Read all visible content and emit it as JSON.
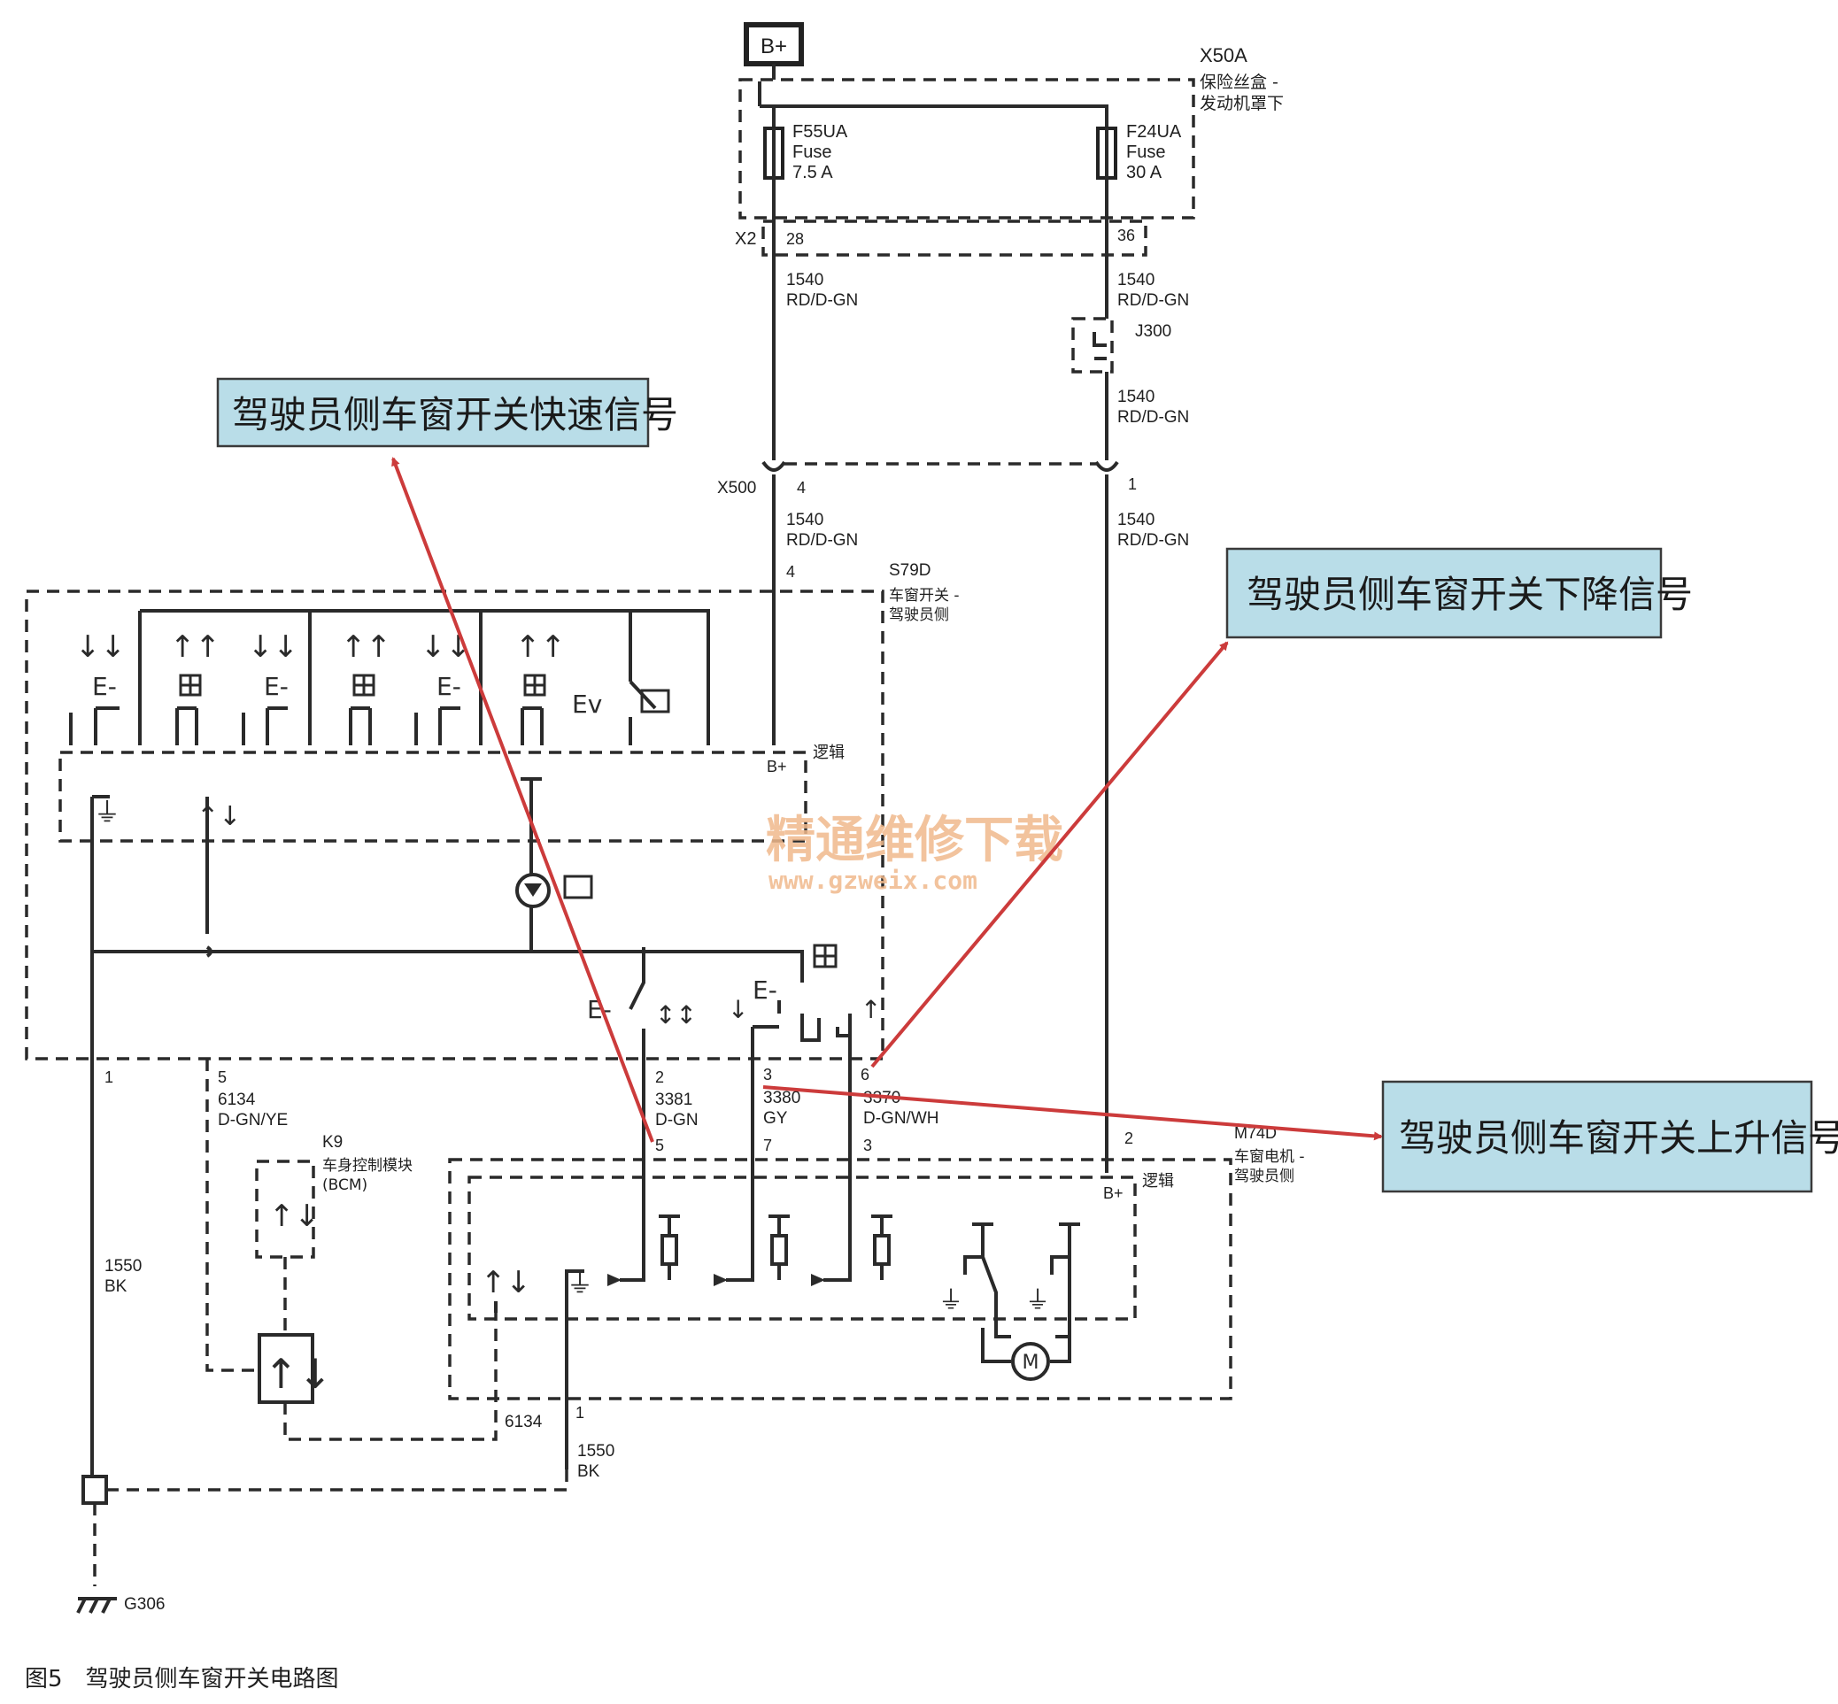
{
  "battery": {
    "label": "B+"
  },
  "fuse_block": {
    "id": "X50A",
    "name_line1": "保险丝盒 -",
    "name_line2": "发动机罩下",
    "connector": "X2",
    "fuse1": {
      "id": "F55UA",
      "type": "Fuse",
      "rating": "7.5 A",
      "pin": "28"
    },
    "fuse2": {
      "id": "F24UA",
      "type": "Fuse",
      "rating": "30 A",
      "pin": "36"
    }
  },
  "wires": {
    "w1540": "1540",
    "rd_dgn": "RD/D-GN",
    "w6134": "6134",
    "dgn_ye": "D-GN/YE",
    "w1550": "1550",
    "bk": "BK",
    "w3381": "3381",
    "dgn": "D-GN",
    "w3380": "3380",
    "gy": "GY",
    "w3370": "3370",
    "dgn_wh": "D-GN/WH"
  },
  "junction": {
    "id": "J300"
  },
  "inline_connector": {
    "id": "X500",
    "pin_left": "4",
    "pin_right": "1"
  },
  "switch": {
    "id": "S79D",
    "name_line1": "车窗开关 -",
    "name_line2": "驾驶员侧",
    "pin_top": "4",
    "logic": "逻辑",
    "b_plus": "B+",
    "pins": [
      "1",
      "5",
      "2",
      "3",
      "6"
    ]
  },
  "bcm": {
    "id": "K9",
    "name_line1": "车身控制模块",
    "name_line2": "(BCM)"
  },
  "motor": {
    "id": "M74D",
    "name_line1": "车窗电机 -",
    "name_line2": "驾驶员侧",
    "logic": "逻辑",
    "b_plus": "B+",
    "pin_b": "2",
    "pins": [
      "5",
      "7",
      "3",
      "1"
    ],
    "symbol": "M"
  },
  "ground": {
    "id": "G306"
  },
  "callouts": {
    "express": "驾驶员侧车窗开关快速信号",
    "down": "驾驶员侧车窗开关下降信号",
    "up": "驾驶员侧车窗开关上升信号"
  },
  "watermark": {
    "line1": "精通维修下载",
    "line2": "www.gzweix.com"
  },
  "caption": "图5　驾驶员侧车窗开关电路图",
  "colors": {
    "callout_fill": "#b9dde8",
    "arrow": "#cc3b3b",
    "watermark": "#f0b98c"
  }
}
